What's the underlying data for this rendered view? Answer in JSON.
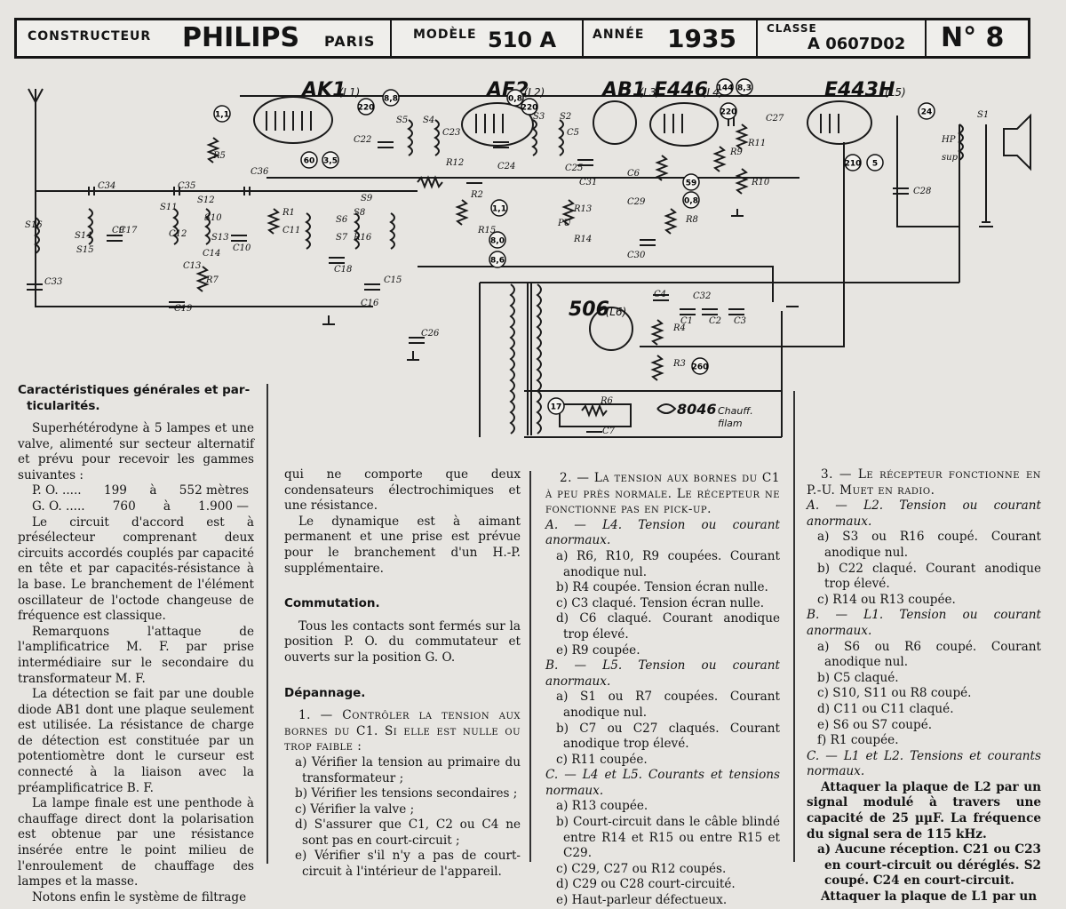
{
  "header": {
    "constructeur_label": "CONSTRUCTEUR",
    "brand": "PHILIPS",
    "city": "PARIS",
    "modele_label": "MODÈLE",
    "modele": "510 A",
    "annee_label": "ANNÉE",
    "annee": "1935",
    "classe_label": "CLASSE",
    "classe": "A 0607D02",
    "numero": "N° 8"
  },
  "schematic": {
    "tubes": [
      {
        "name": "AK1",
        "pos": "(L1)"
      },
      {
        "name": "AF2",
        "pos": "(L2)"
      },
      {
        "name": "AB1",
        "pos": "(L3)"
      },
      {
        "name": "E446",
        "pos": "(L4)"
      },
      {
        "name": "E443H",
        "pos": "(L5)"
      },
      {
        "name": "506",
        "pos": "(L6)"
      }
    ],
    "fil_tube": "8046",
    "fil_label1": "Chauff.",
    "fil_label2": "filam",
    "test_points": [
      "1,1",
      "8,8",
      "220",
      "60",
      "3,5",
      "220",
      "0,8",
      "144",
      "8,3",
      "220",
      "24",
      "210",
      "5",
      "59",
      "0,8",
      "1,1",
      "8,0",
      "8,6",
      "17",
      "260"
    ],
    "labels": [
      "S5",
      "S4",
      "S3",
      "S2",
      "S1",
      "C5",
      "C22",
      "C23",
      "C24",
      "C25",
      "C31",
      "C6",
      "C29",
      "C27",
      "C28",
      "C34",
      "C35",
      "C36",
      "C9",
      "C10",
      "C11",
      "C12",
      "C13",
      "C14",
      "C15",
      "C16",
      "C17",
      "C18",
      "C19",
      "C26",
      "C30",
      "C1",
      "C2",
      "C3",
      "C4",
      "C7",
      "C32",
      "C33",
      "R1",
      "R2",
      "R3",
      "R4",
      "R5",
      "R6",
      "R7",
      "R8",
      "R9",
      "R10",
      "R11",
      "R12",
      "R13",
      "R14",
      "R15",
      "R16",
      "S6",
      "S7",
      "S8",
      "S9",
      "S10",
      "S11",
      "S12",
      "S13",
      "S14",
      "S15",
      "S16",
      "HP",
      "PU",
      "sup"
    ]
  },
  "col1": {
    "title_line1": "Caractéristiques générales et par-",
    "title_line2": "ticularités.",
    "p1": "Superhétérodyne à 5 lampes et une valve, alimenté sur secteur alternatif et prévu pour recevoir les gammes suivantes :",
    "range1": {
      "band": "P. O.  .....",
      "from": "199",
      "a": "à",
      "to": "552 mètres"
    },
    "range2": {
      "band": "G. O.  .....",
      "from": "760",
      "a": "à",
      "to": "1.900    —"
    },
    "p2": "Le circuit d'accord est à présélecteur comprenant deux circuits accordés couplés par capacité en tête et par capacités-résistance à la base. Le branchement de l'élément oscillateur de l'octode changeuse de fréquence est classique.",
    "p3": "Remarquons l'attaque de l'amplificatrice M. F. par prise intermédiaire sur le secondaire du transformateur M. F.",
    "p4": "La détection se fait par une double diode AB1 dont une plaque seulement est utilisée. La résistance de charge de détection est constituée par un potentiomètre dont le curseur est connecté à la liaison avec la préamplificatrice B. F.",
    "p5": "La lampe finale est une penthode à chauffage direct dont la polarisation est obtenue par une résistance insérée entre le point milieu de l'enroulement de chauffage des lampes et la masse.",
    "p6": "Notons enfin le système de filtrage"
  },
  "col2": {
    "p1": "qui ne comporte que deux condensateurs électrochimiques et une résistance.",
    "p2": "Le dynamique est à aimant permanent et une prise est prévue pour le branchement d'un H.-P. supplémentaire.",
    "h_commutation": "Commutation.",
    "p3": "Tous les contacts sont fermés sur la position P. O. du commutateur et ouverts sur la position G. O.",
    "h_depannage": "Dépannage.",
    "p4": "1. — Contrôler la tension aux bornes du C1. Si elle est nulle ou trop faible :",
    "a": "a) Vérifier la tension au primaire du transformateur ;",
    "b": "b) Vérifier les tensions secondaires ;",
    "c": "c) Vérifier la valve ;",
    "d": "d) S'assurer que C1, C2 ou C4 ne sont pas en court-circuit ;",
    "e": "e) Vérifier s'il n'y a pas de court-circuit à l'intérieur de l'appareil."
  },
  "col3": {
    "p1": "2. — La tension aux bornes du C1 à peu près normale. Le récepteur ne fonctionne pas en pick-up.",
    "A": "A. — L4. Tension ou courant anormaux.",
    "Aa": "a) R6, R10, R9 coupées. Courant anodique nul.",
    "Ab": "b) R4 coupée. Tension écran nulle.",
    "Ac": "c) C3 claqué. Tension écran nulle.",
    "Ad": "d) C6 claqué. Courant anodique trop élevé.",
    "Ae": "e) R9 coupée.",
    "B": "B. — L5. Tension ou courant anormaux.",
    "Ba": "a) S1 ou R7 coupées. Courant anodique nul.",
    "Bb": "b) C7 ou C27 claqués. Courant anodique trop élevé.",
    "Bc": "c) R11 coupée.",
    "C": "C. — L4 et L5. Courants et tensions normaux.",
    "Ca": "a) R13 coupée.",
    "Cb": "b) Court-circuit dans le câble blindé entre R14 et R15 ou entre R15 et C29.",
    "Cc": "c) C29, C27 ou R12 coupés.",
    "Cd": "d) C29 ou C28 court-circuité.",
    "Ce": "e) Haut-parleur défectueux."
  },
  "col4": {
    "p1": "3. — Le récepteur fonctionne en P.-U. Muet en radio.",
    "A": "A. — L2. Tension ou courant anormaux.",
    "Aa": "a) S3 ou R16 coupé. Courant anodique nul.",
    "Ab": "b) C22 claqué. Courant anodique trop élevé.",
    "Ac": "c) R14 ou R13 coupée.",
    "B": "B. — L1. Tension ou courant anormaux.",
    "Ba": "a) S6 ou R6 coupé. Courant anodique nul.",
    "Bb": "b) C5 claqué.",
    "Bc": "c) S10, S11 ou R8 coupé.",
    "Bd": "d) C11 ou C11 claqué.",
    "Be": "e) S6 ou S7 coupé.",
    "Bf": "f) R1 coupée.",
    "C": "C. — L1 et L2. Tensions et courants normaux.",
    "p2": "Attaquer la plaque de L2 par un signal modulé à travers une capacité de 25 µµF. La fréquence du signal sera de 115 kHz.",
    "Ca": "a) Aucune réception. C21 ou C23 en court-circuit ou déréglés. S2 coupé. C24 en court-circuit.",
    "p3": "Attaquer la plaque de L1 par un"
  }
}
